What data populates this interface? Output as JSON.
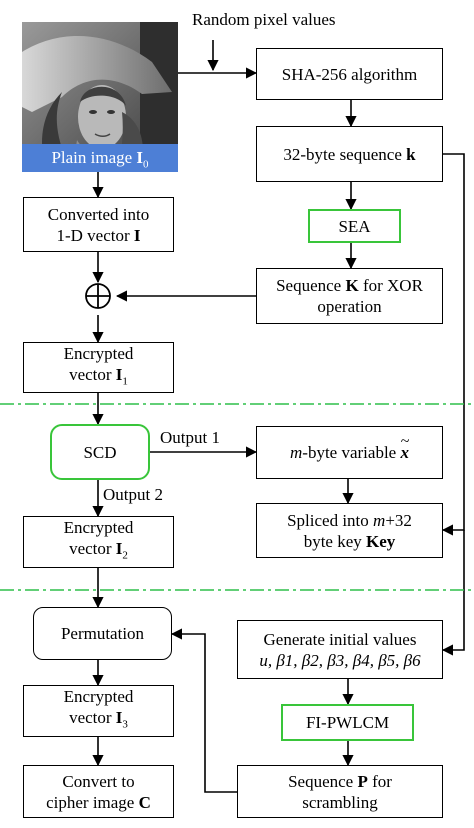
{
  "top_label": "Random pixel values",
  "image": {
    "caption_text": "Plain image ",
    "caption_sym": "I",
    "caption_sub": "0"
  },
  "boxes": {
    "sha": "SHA-256 algorithm",
    "seq32": {
      "text": "32-byte sequence ",
      "sym": "k"
    },
    "sea": "SEA",
    "seqK": {
      "line1_a": "Sequence ",
      "line1_sym": "K",
      "line1_b": " for XOR",
      "line2": "operation"
    },
    "convert": {
      "line1": "Converted into",
      "line2_a": "1-D vector ",
      "line2_sym": "I"
    },
    "enc1": {
      "line1": "Encrypted",
      "line2_a": "vector ",
      "line2_sym": "I",
      "line2_sub": "1"
    },
    "scd": "SCD",
    "mbyte": {
      "var": "m",
      "text": "-byte variable ",
      "sym": "x"
    },
    "spliced": {
      "line1_a": "Spliced into ",
      "line1_var": "m",
      "line1_b": "+32",
      "line2_a": "byte key ",
      "line2_sym": "Key"
    },
    "enc2": {
      "line1": "Encrypted",
      "line2_a": "vector ",
      "line2_sym": "I",
      "line2_sub": "2"
    },
    "perm": "Permutation",
    "geninit": {
      "line1": "Generate initial values",
      "line2": "u, β1, β2, β3, β4, β5, β6"
    },
    "enc3": {
      "line1": "Encrypted",
      "line2_a": "vector ",
      "line2_sym": "I",
      "line2_sub": "3"
    },
    "fipwlcm": "FI-PWLCM",
    "cipher": {
      "line1": "Convert to",
      "line2_a": "cipher image ",
      "line2_sym": "C"
    },
    "seqP": {
      "line1_a": "Sequence ",
      "line1_sym": "P",
      "line1_b": " for",
      "line2": "scrambling"
    }
  },
  "edge_labels": {
    "output1": "Output 1",
    "output2": "Output 2"
  },
  "colors": {
    "caption_bg": "#4d7fd6",
    "green_border": "#39c53a",
    "divider": "#2fbf4a"
  }
}
